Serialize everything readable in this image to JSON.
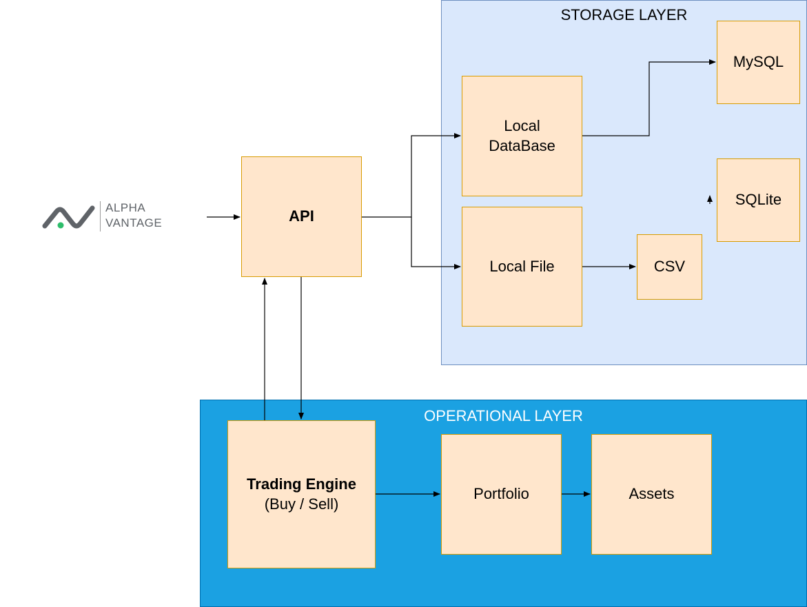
{
  "layers": {
    "storage": {
      "title": "STORAGE LAYER",
      "fill": "#dae8fc",
      "stroke": "#6c8ebf"
    },
    "operational": {
      "title": "OPERATIONAL LAYER",
      "fill": "#1ba1e2",
      "title_color": "#ffffff"
    }
  },
  "logo": {
    "line1": "ALPHA",
    "line2": "VANTAGE",
    "accent": "#2ebd6b",
    "icon": "alpha-vantage-logo"
  },
  "nodes": {
    "api": "API",
    "local_db_line1": "Local",
    "local_db_line2": "DataBase",
    "local_file": "Local File",
    "mysql": "MySQL",
    "sqlite": "SQLite",
    "csv": "CSV",
    "trading_line1": "Trading Engine",
    "trading_line2": "(Buy / Sell)",
    "portfolio": "Portfolio",
    "assets": "Assets",
    "fill": "#ffe6cc",
    "stroke": "#d79b00"
  },
  "edges": [
    {
      "from": "alpha-vantage",
      "to": "api"
    },
    {
      "from": "api",
      "to": "local-database"
    },
    {
      "from": "api",
      "to": "local-file"
    },
    {
      "from": "local-database",
      "to": "mysql"
    },
    {
      "from": "local-file",
      "to": "csv"
    },
    {
      "from": "trading-engine",
      "to": "api"
    },
    {
      "from": "api",
      "to": "trading-engine"
    },
    {
      "from": "trading-engine",
      "to": "portfolio"
    },
    {
      "from": "portfolio",
      "to": "assets"
    },
    {
      "from": "stray",
      "to": "sqlite"
    }
  ]
}
